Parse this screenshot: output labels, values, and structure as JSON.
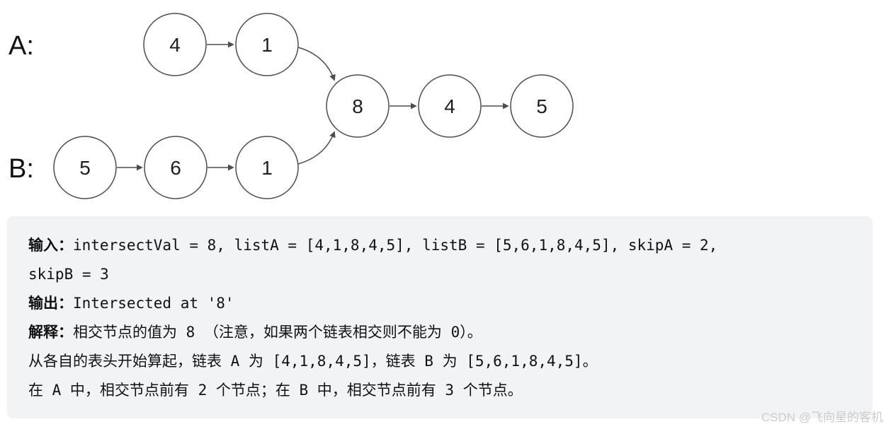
{
  "diagram": {
    "list_a_label": "A:",
    "list_b_label": "B:",
    "nodes": {
      "a1": "4",
      "a2": "1",
      "shared1": "8",
      "shared2": "4",
      "shared3": "5",
      "b1": "5",
      "b2": "6",
      "b3": "1"
    }
  },
  "example": {
    "input_label": "输入：",
    "input_value": "intersectVal = 8, listA = [4,1,8,4,5], listB = [5,6,1,8,4,5], skipA = 2,",
    "input_value_line2": "skipB = 3",
    "output_label": "输出：",
    "output_value": "Intersected at '8'",
    "explanation_label": "解释：",
    "explanation_line1": "相交节点的值为 8 （注意，如果两个链表相交则不能为 0）。",
    "explanation_line2": "从各自的表头开始算起，链表 A 为 [4,1,8,4,5]，链表 B 为 [5,6,1,8,4,5]。",
    "explanation_line3": "在 A 中，相交节点前有 2 个节点；在 B 中，相交节点前有 3 个节点。"
  },
  "watermark": "CSDN @飞向星的客机",
  "colors": {
    "box_background": "#f2f3f5",
    "node_stroke": "#4d4d4d",
    "text": "#111111",
    "watermark": "#cccccc"
  }
}
